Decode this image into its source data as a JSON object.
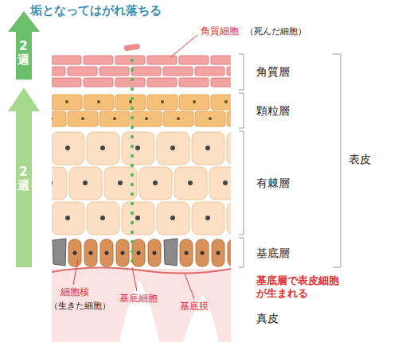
{
  "diagram": {
    "labels": [
      "垢となってはがれ落ちる",
      "角質細胞",
      "（死んだ細胞）",
      "2週",
      "2週",
      "角質層",
      "顆粒層",
      "有棘層",
      "表皮",
      "基底層",
      "基底層で表皮細胞が生まれる",
      "細胞核",
      "（生きた細胞）",
      "基底細胞",
      "基底膜",
      "真皮"
    ]
  }
}
